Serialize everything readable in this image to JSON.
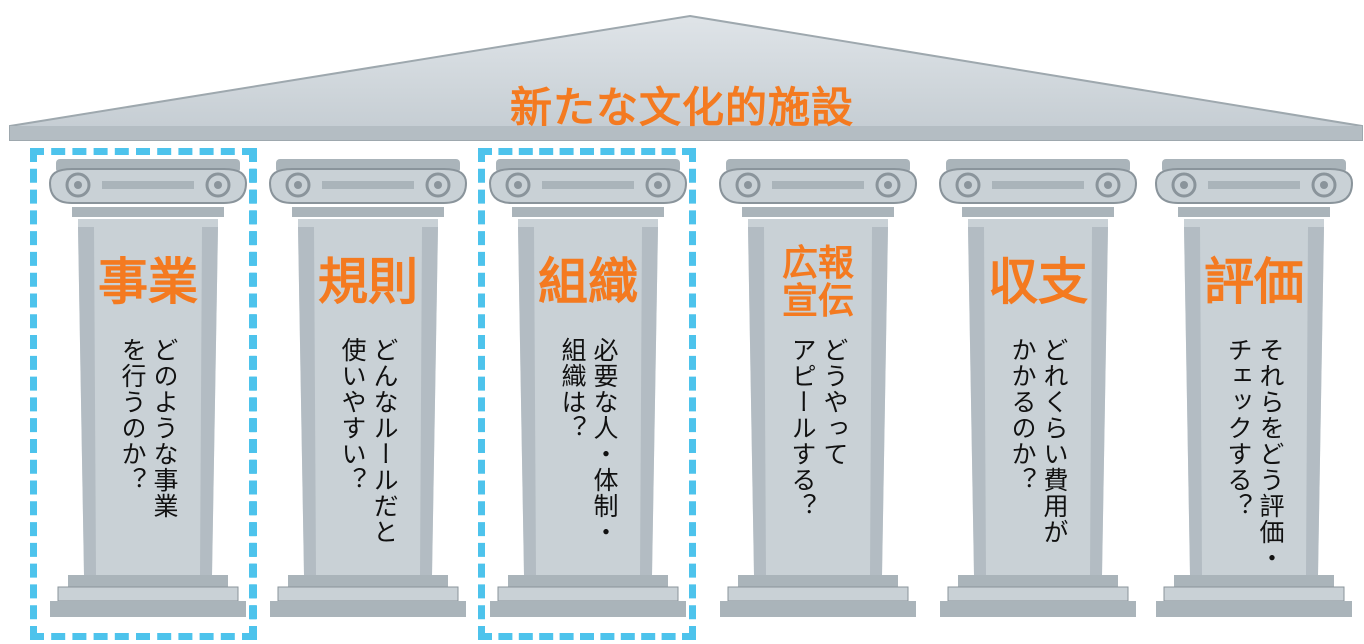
{
  "colors": {
    "accent": "#f47a20",
    "dashed_highlight": "#4dc3ec",
    "stone_light": "#c9d1d6",
    "stone_mid": "#aab4ba",
    "stone_dark": "#8a949b"
  },
  "roof": {
    "title": "新たな文化的施設"
  },
  "pillars": [
    {
      "title": "事業",
      "question": "どのような事業\nを行うのか？",
      "highlighted": true
    },
    {
      "title": "規則",
      "question": "どんなルールだと\n使いやすい？",
      "highlighted": true
    },
    {
      "title": "組織",
      "question": "必要な人・体制・\n組織は？",
      "highlighted": true
    },
    {
      "title": "広報\n宣伝",
      "question": "どうやって\nアピールする？",
      "highlighted": false
    },
    {
      "title": "収支",
      "question": "どれくらい費用が\nかかるのか？",
      "highlighted": false
    },
    {
      "title": "評価",
      "question": "それらをどう評価・\nチェックする？",
      "highlighted": false
    }
  ]
}
